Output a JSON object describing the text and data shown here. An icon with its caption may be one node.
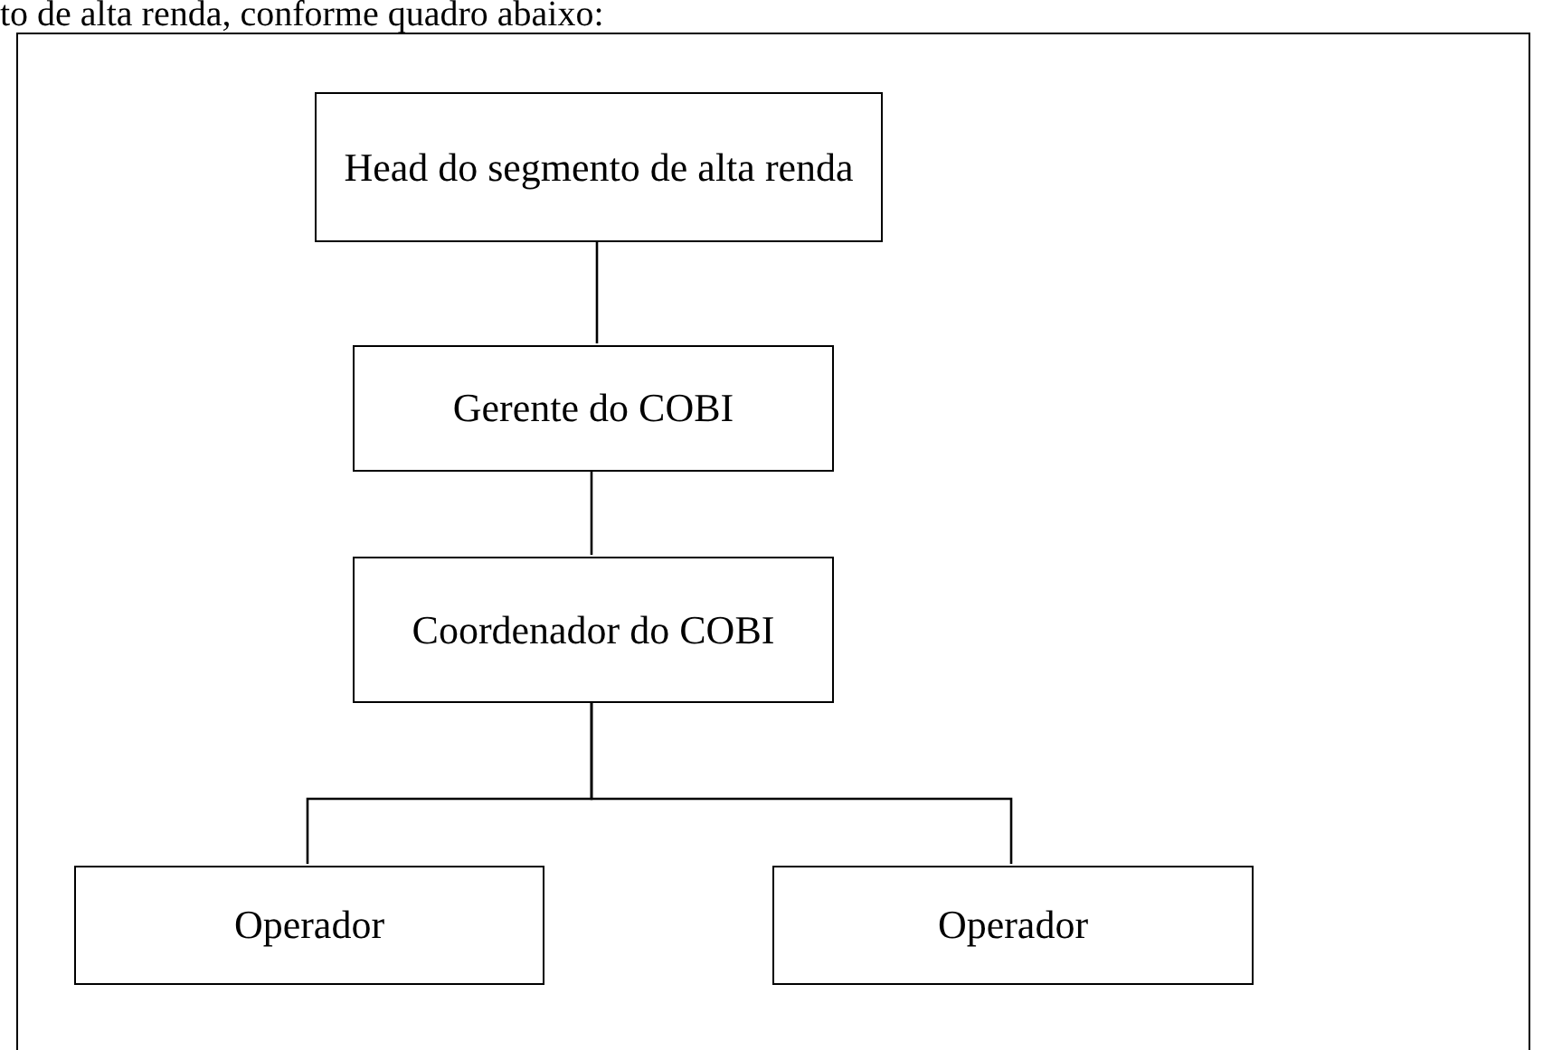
{
  "diagram": {
    "nodes": [
      {
        "text": [],
        "shape": "box"
      },
      {
        "text": [
          "Head do segmento de alta renda"
        ],
        "in": 0
      },
      {
        "text": [
          "Gerente do COBI"
        ],
        "in": 0
      },
      {
        "text": [
          "Coordenador do COBI"
        ],
        "in": 0
      },
      {
        "text": [
          "Operador"
        ],
        "in": 0
      },
      {
        "text": [
          "Operador"
        ],
        "in": 0
      }
    ],
    "edges": [
      {
        "from": 1,
        "to": 2,
        "arrow": "none"
      },
      {
        "from": 2,
        "to": 3,
        "arrow": "none"
      },
      {
        "from": 3,
        "to": 4,
        "arrow": "none"
      },
      {
        "from": 3,
        "to": 5,
        "arrow": "none"
      }
    ],
    "labels": [
      "to de alta renda, conforme quadro abaixo:"
    ]
  }
}
